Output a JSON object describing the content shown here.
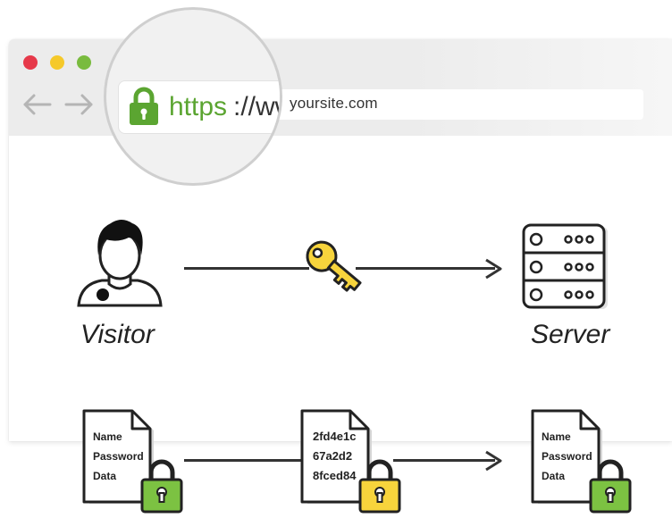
{
  "browser": {
    "url_scheme": "https",
    "url_separator": " ://",
    "url_magnified_rest": "ww",
    "url_small": "yoursite.com"
  },
  "diagram": {
    "visitor_label": "Visitor",
    "server_label": "Server",
    "plain_document": {
      "lines": [
        "Name",
        "Password",
        "Data"
      ]
    },
    "encrypted_document": {
      "lines": [
        "2fd4e1c",
        "67a2d2",
        "8fced84"
      ]
    },
    "received_document": {
      "lines": [
        "Name",
        "Password",
        "Data"
      ]
    }
  },
  "colors": {
    "secure_green": "#5ba531",
    "lock_green": "#7cc242",
    "key_yellow": "#f7d43c",
    "traffic_red": "#e6394a",
    "traffic_yellow": "#f5c92a",
    "traffic_green": "#79bb3e",
    "line_dark": "#333333"
  },
  "icons": [
    "padlock-icon",
    "back-arrow-icon",
    "forward-arrow-icon",
    "user-icon",
    "key-icon",
    "server-icon",
    "document-icon"
  ]
}
